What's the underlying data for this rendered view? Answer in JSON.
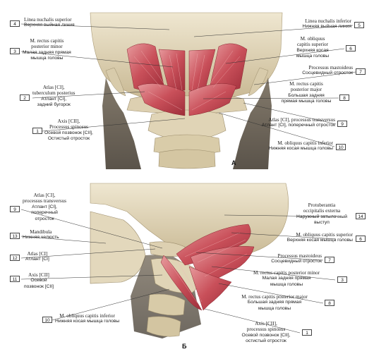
{
  "panels": {
    "top_letter": "A",
    "bottom_letter": "Б"
  },
  "labels": {
    "l4": {
      "num": "4",
      "la": "Linea nuchalis superior",
      "ru": "Верхняя выйная линия"
    },
    "l3": {
      "num": "3",
      "la1": "M. rectus capitis",
      "la2": "posterior minor",
      "ru1": "Малая задняя прямая",
      "ru2": "мышца головы"
    },
    "l2": {
      "num": "2",
      "la1": "Atlas [CI],",
      "la2": "tuberculum posterius",
      "ru1": "Атлант [CI],",
      "ru2": "задний бугорок"
    },
    "l1": {
      "num": "1",
      "la1": "Axis [CII],",
      "la2": "Processus spinosus",
      "ru1": "Осевой позвонок [CII],",
      "ru2": "Остистый отросток"
    },
    "l5": {
      "num": "5",
      "la": "Linea nuchalis inferior",
      "ru": "Нижняя выйная линия"
    },
    "l6": {
      "num": "6",
      "la1": "M. obliquus",
      "la2": "capitis superior",
      "ru1": "Верхняя косая",
      "ru2": "мышца головы"
    },
    "l7": {
      "num": "7",
      "la": "Processus mastoideus",
      "ru": "Сосцевидный отросток"
    },
    "l8": {
      "num": "8",
      "la1": "M. rectus capitis",
      "la2": "posterior major",
      "ru1": "Большая задняя",
      "ru2": "прямая мышца головы"
    },
    "l9": {
      "num": "9",
      "la": "Atlas [CI], processus transversus",
      "ru": "Атлант [CI], поперечный отросток"
    },
    "l10": {
      "num": "10",
      "la": "M. obliquus capitis inferior",
      "ru": "Нижняя косая мышца головы"
    },
    "b9": {
      "num": "9",
      "la1": "Atlas [CI],",
      "la2": "processus transversus",
      "ru1": "Атлант [CI],",
      "ru2": "поперечный",
      "ru3": "отросток"
    },
    "b13": {
      "num": "13",
      "la": "Mandibula",
      "ru": "Нижняя челюсть"
    },
    "b12": {
      "num": "12",
      "la": "Atlas [CI]",
      "ru": "Атлант [CI]"
    },
    "b11": {
      "num": "11",
      "la": "Axis [CII]",
      "ru1": "Осевой",
      "ru2": "позвонок [CII]"
    },
    "b10": {
      "num": "10",
      "la": "M. obliquus capitis inferior",
      "ru": "Нижняя косая мышца головы"
    },
    "b14": {
      "num": "14",
      "la1": "Protuberantia",
      "la2": "occipitalis externa",
      "ru1": "Наружный затылочный",
      "ru2": "выступ"
    },
    "b6": {
      "num": "6",
      "la": "M. obliquus capitis superior",
      "ru": "Верхняя косая мышца головы"
    },
    "b7": {
      "num": "7",
      "la": "Processus mastoideus",
      "ru": "Сосцевидный отросток"
    },
    "b3": {
      "num": "3",
      "la": "M. rectus capitis posterior minor",
      "ru1": "Малая задняя прямая",
      "ru2": "мышца головы"
    },
    "b8": {
      "num": "8",
      "la": "M. rectus capitis posterior major",
      "ru1": "Большая задняя прямая",
      "ru2": "мышца головы"
    },
    "b1": {
      "num": "1",
      "la1": "Axis [CII],",
      "la2": "processus spinosus",
      "ru1": "Осевой позвонок [CII],",
      "ru2": "остистый отросток"
    }
  },
  "colors": {
    "bone": "#e6dcc2",
    "bone_shadow": "#b9a98a",
    "muscle": "#c8525a",
    "muscle_light": "#e08a8e",
    "leader": "#333333"
  }
}
